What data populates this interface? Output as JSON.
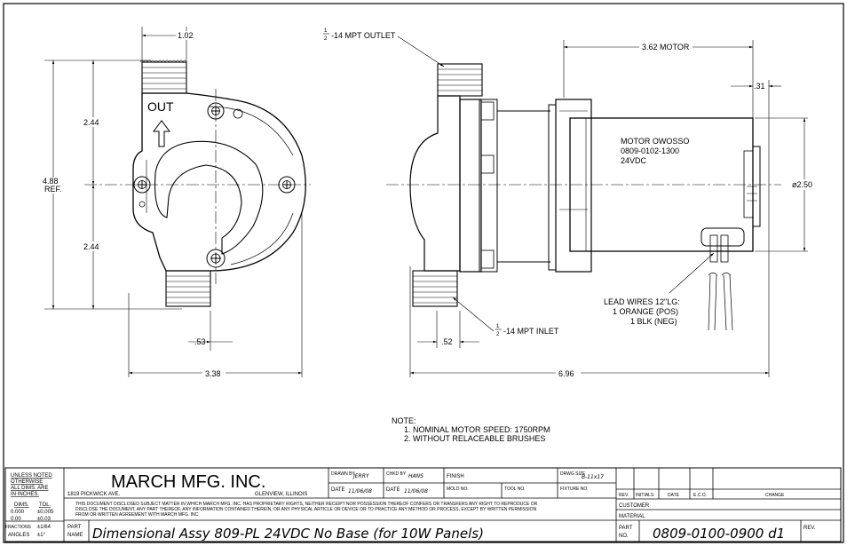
{
  "front_view": {
    "dim_width_top": "1.02",
    "dim_height_total": "4.88",
    "dim_height_total_note": "REF.",
    "dim_upper_half": "2.44",
    "dim_lower_half": "2.44",
    "dim_port_offset": ".53",
    "dim_width_overall": "3.38",
    "out_label": "OUT"
  },
  "side_view": {
    "outlet_fraction": "1/2",
    "outlet_label": "-14 MPT OUTLET",
    "inlet_fraction": "1/2",
    "inlet_label": "-14 MPT INLET",
    "dim_motor_length": "3.62 MOTOR",
    "dim_endcap": ".31",
    "dim_diameter": "ø2.50",
    "dim_inlet_offset": ".52",
    "dim_overall_length": "6.96",
    "motor_lines": [
      "MOTOR OWOSSO",
      "0809-0102-1300",
      "24VDC"
    ],
    "lead_lines": [
      "LEAD WIRES 12\"LG:",
      "1 ORANGE (POS)",
      "1 BLK (NEG)"
    ]
  },
  "notes": {
    "heading": "NOTE:",
    "items": [
      "1. NOMINAL MOTOR SPEED: 1750RPM",
      "2. WITHOUT RELACEABLE BRUSHES"
    ]
  },
  "title_block": {
    "tolerance_header": [
      "UNLESS NOTED",
      "OTHERWISE",
      "ALL DIMS. ARE",
      "IN INCHES."
    ],
    "tol_col_dims": "DIMS.",
    "tol_col_tol": "TOL.",
    "tol_rows": [
      [
        "0.000",
        "±0.005"
      ],
      [
        "0.00",
        "±0.03"
      ],
      [
        "FRACTIONS",
        "±1/64"
      ],
      [
        "ANGLES",
        "±1°"
      ]
    ],
    "company": "MARCH MFG. INC.",
    "address": "1819 PICKWICK AVE.",
    "city": "GLENVIEW, ILLINOIS",
    "drawn_by_label": "DRAWN BY",
    "drawn_by": "JERRY",
    "checked_by_label": "CHKD BY",
    "checked_by": "HANS",
    "date_label": "DATE",
    "drawn_date": "11/06/08",
    "checked_date": "11/06/08",
    "finish_label": "FINISH",
    "drwg_size_label": "DRWG SIZE",
    "drwg_size": "B-11x17",
    "mold_label": "MOLD NO.",
    "tool_label": "TOOL NO.",
    "fixture_label": "FIXTURE NO.",
    "proprietary_lines": [
      "THIS DOCUMENT DISCLOSED SUBJECT MATTER IN WHICH MARCH MFG. INC. HAS PROPRIETARY RIGHTS, NEITHER RECEIPT NOR POSSESSION THEREOF CONFERS OR TRANSFERS ANY RIGHT TO REPRODUCE OR",
      "DISCLOSE THE DOCUMENT, ANY PART THEREOF, ANY INFORMATION CONTAINED THEREIN, OR ANY PHYSICAL ARTICLE OR DEVICE OR TO PRACTICE ANY METHOD OR PROCESS, EXCEPT BY WRITTEN PERMISSION",
      "FROM OR WRITTEN AGREEMENT WITH MARCH MFG. INC."
    ],
    "part_name_label": "PART NAME",
    "part_name": "Dimensional Assy 809-PL 24VDC No Base (for 10W Panels)",
    "part_no_label": "PART NO.",
    "part_no": "0809-0100-0900 d1",
    "rev_label": "REV.",
    "rev_cols": [
      "REV.",
      "INITIALS",
      "DATE",
      "E.C.O.",
      "CHANGE"
    ],
    "customer_label": "CUSTOMER",
    "material_label": "MATERIAL"
  }
}
